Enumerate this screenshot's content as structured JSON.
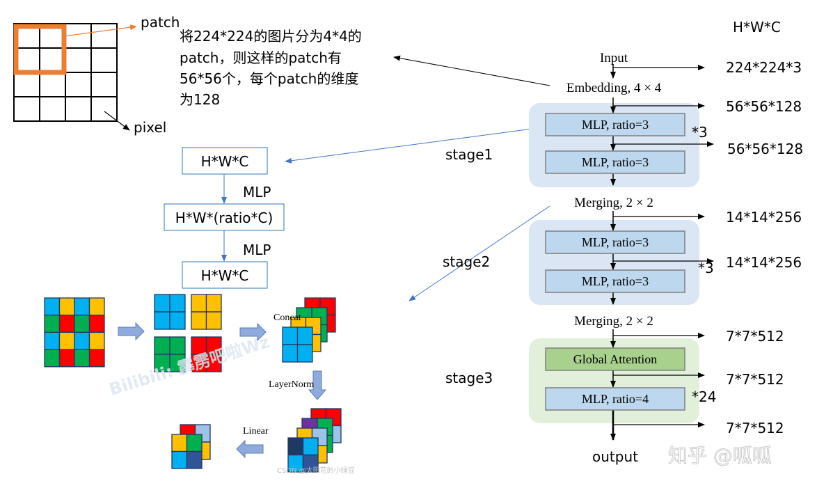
{
  "colors": {
    "blue": "#00B0F0",
    "yellow": "#FFC000",
    "green": "#00B050",
    "red": "#FF0000",
    "purple": "#7030A0",
    "light_blue": "#9DC3E6",
    "navy": "#203864",
    "dark_blue": "#2F5597",
    "orange": "#ED7D31",
    "stage_blue": "#DAE6F3",
    "stage_green": "#E2EFDA",
    "mlp_fill": "#BDD7EE",
    "attention_fill": "#A9D18E",
    "arrow_fill": "#8FAADC"
  },
  "patch_grid": {
    "patch_label": "patch",
    "pixel_label": "pixel"
  },
  "explanation": {
    "lines": [
      "将224*224的图片分为4*4的",
      "patch，则这样的patch有",
      "56*56个，每个patch的维度",
      "为128"
    ]
  },
  "mlp_detail": {
    "box1": "H*W*C",
    "mlp1": "MLP",
    "box2": "H*W*(ratio*C)",
    "mlp2": "MLP",
    "box3": "H*W*C"
  },
  "merging_detail": {
    "concat": "Concat",
    "layernorm": "LayerNorm",
    "linear": "Linear"
  },
  "pipeline": {
    "shape_header": "H*W*C",
    "input": "Input",
    "embedding": "Embedding, 4 × 4",
    "merging1": "Merging, 2 × 2",
    "merging2": "Merging, 2 × 2",
    "output": "output",
    "stages": [
      {
        "label": "stage1",
        "repeat": "*3",
        "blocks": [
          "MLP, ratio=3",
          "MLP, ratio=3"
        ]
      },
      {
        "label": "stage2",
        "repeat": "*3",
        "blocks": [
          "MLP, ratio=3",
          "MLP, ratio=3"
        ]
      },
      {
        "label": "stage3",
        "repeat": "*24",
        "blocks": [
          "Global Attention",
          "MLP, ratio=4"
        ]
      }
    ],
    "shapes": [
      "224*224*3",
      "56*56*128",
      "56*56*128",
      "14*14*256",
      "14*14*256",
      "7*7*512",
      "7*7*512",
      "7*7*512"
    ]
  },
  "watermarks": {
    "bilibili": "Bilibili: 霹雳吧啦Wz",
    "csdn": "CSDN @太阳花的小绿豆",
    "zhihu": "知乎 @呱呱"
  }
}
